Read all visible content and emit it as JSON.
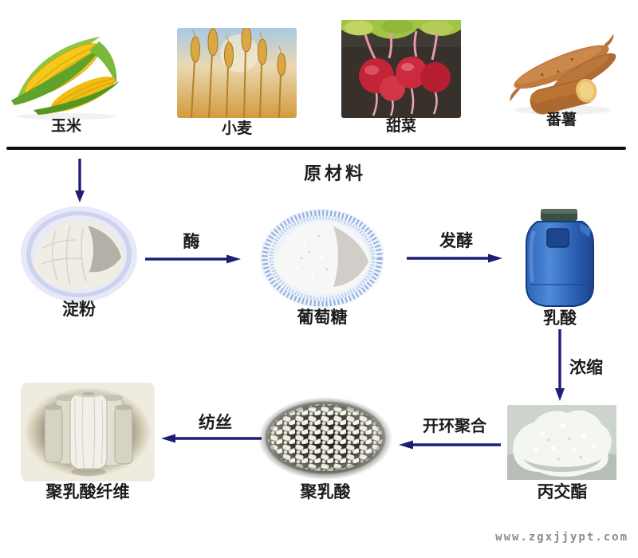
{
  "header": {
    "section_label": "原材料",
    "materials": [
      {
        "label": "玉米",
        "icon": "corn-icon"
      },
      {
        "label": "小麦",
        "icon": "wheat-icon"
      },
      {
        "label": "甜菜",
        "icon": "sugar-beet-icon"
      },
      {
        "label": "番薯",
        "icon": "sweet-potato-icon"
      }
    ]
  },
  "process": {
    "nodes": [
      {
        "id": "starch",
        "label": "淀粉"
      },
      {
        "id": "glucose",
        "label": "葡萄糖"
      },
      {
        "id": "lactic-acid",
        "label": "乳酸"
      },
      {
        "id": "lactide",
        "label": "丙交酯"
      },
      {
        "id": "polylactic-acid",
        "label": "聚乳酸"
      },
      {
        "id": "polylactic-acid-fiber",
        "label": "聚乳酸纤维"
      }
    ],
    "steps": [
      {
        "id": "enzyme",
        "label": "酶"
      },
      {
        "id": "fermentation",
        "label": "发酵"
      },
      {
        "id": "concentration",
        "label": "浓缩"
      },
      {
        "id": "ring-opening-polymerization",
        "label": "开环聚合"
      },
      {
        "id": "spinning",
        "label": "纺丝"
      }
    ]
  },
  "palette": {
    "arrow": "#1e1e7a",
    "divider": "#0d0d0d",
    "container_blue": "#3a6fc4",
    "watermark_gray": "#8c8c8c"
  },
  "footer": {
    "watermark": "www.zgxjjypt.com"
  }
}
